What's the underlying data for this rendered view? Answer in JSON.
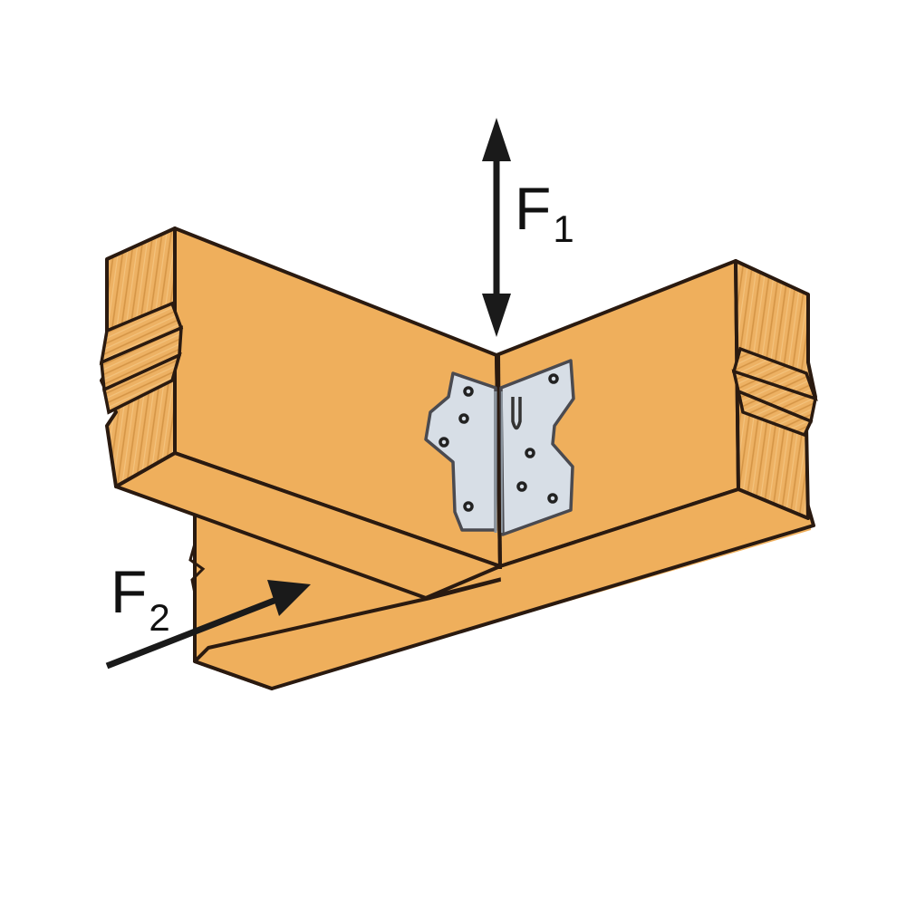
{
  "diagram": {
    "type": "structural connector load diagram",
    "subject": "metal angle framing connector joining two perpendicular joists resting on a lower beam",
    "colors": {
      "wood_face": "#EFAF5C",
      "wood_grain": "#E6A850",
      "end_grain_stripe": "#C98A3A",
      "outline": "#2A1A10",
      "metal_plate": "#D5DCE4",
      "metal_edge": "#8A949E",
      "arrow": "#1A1A1A",
      "background": "#FFFFFF"
    },
    "forces": [
      {
        "id": "F1",
        "symbol": "F",
        "subscript": "1",
        "direction": "vertical, bidirectional (up/down)"
      },
      {
        "id": "F2",
        "symbol": "F",
        "subscript": "2",
        "direction": "lateral, pointing up-right along beam"
      }
    ],
    "components": [
      "left-joist",
      "right-joist",
      "lower-beam",
      "angle-connector-plate"
    ]
  }
}
